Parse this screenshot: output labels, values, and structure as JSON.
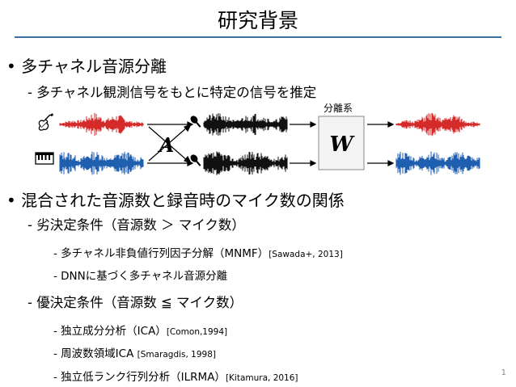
{
  "slide": {
    "title": "研究背景",
    "page_number": "1"
  },
  "bullets": {
    "b1": "• 多チャネル音源分離",
    "b1_sub": "- 多チャネル観測信号をもとに特定の信号を推定",
    "b2": "• 混合された音源数と録音時のマイク数の関係",
    "under_header": "- 劣決定条件（音源数 ＞ マイク数）",
    "under_items": [
      {
        "text": "- 多チャネル非負値行列因子分解（MNMF）",
        "ref": "[Sawada+, 2013]"
      },
      {
        "text": "- DNNに基づく多チャネル音源分離",
        "ref": ""
      }
    ],
    "over_header": "- 優決定条件（音源数 ≦ マイク数）",
    "over_items": [
      {
        "text": "- 独立成分分析（ICA）",
        "ref": "[Comon,1994]"
      },
      {
        "text": "- 周波数領域ICA ",
        "ref": "[Smaragdis, 1998]"
      },
      {
        "text": "- 独立低ランク行列分析（ILRMA）",
        "ref": "[Kitamura, 2016]"
      }
    ]
  },
  "diagram": {
    "separation_label": "分離系",
    "mixing_matrix": "A",
    "demixing_matrix": "W",
    "colors": {
      "source1": "#d42a2a",
      "source2": "#1f5fb0",
      "mixture": "#111111"
    },
    "icons": [
      "violin-icon",
      "piano-icon",
      "microphone-icon"
    ]
  }
}
